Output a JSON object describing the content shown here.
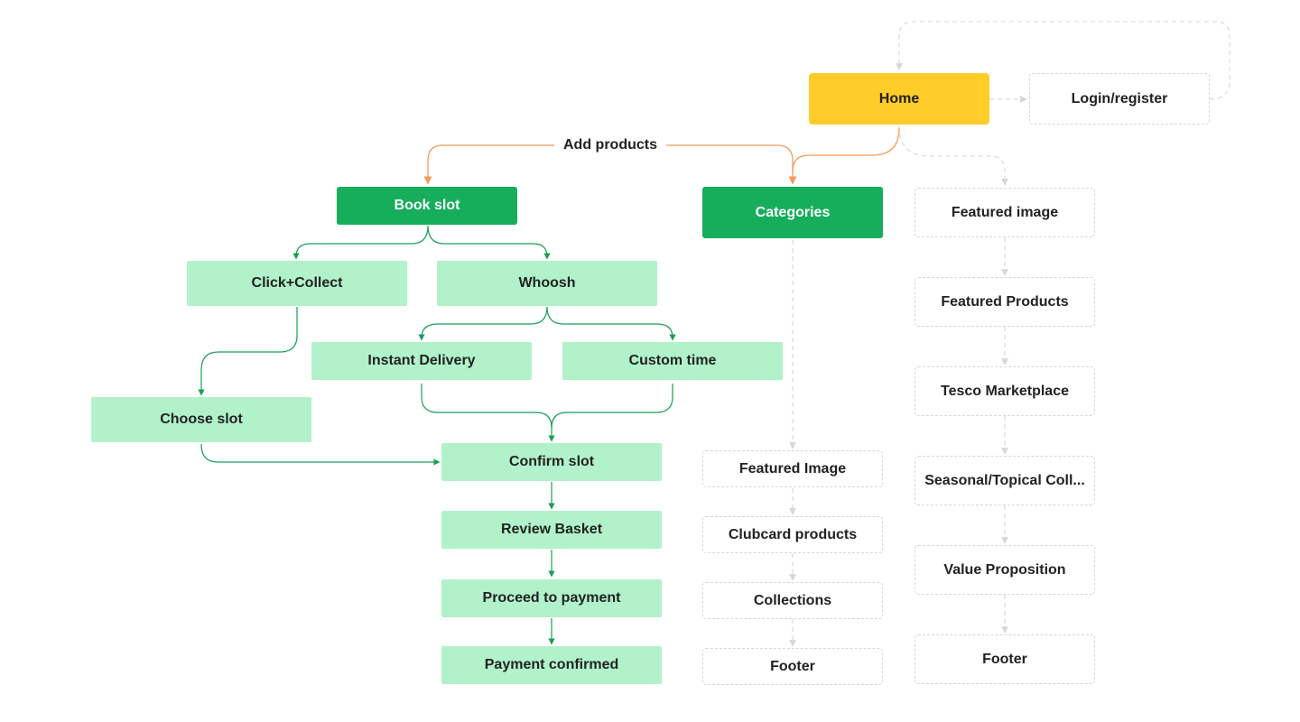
{
  "colors": {
    "home": "#FFCC29",
    "primary_green": "#16AD5B",
    "light_green": "#B1F2CA",
    "connector_green": "#1A9E55",
    "connector_orange": "#F59A5B",
    "ghost_border": "#D7D7D7"
  },
  "edge_label": "Add products",
  "nodes": {
    "home": "Home",
    "login": "Login/register",
    "book_slot": "Book slot",
    "categories": "Categories",
    "click_collect": "Click+Collect",
    "whoosh": "Whoosh",
    "instant_delivery": "Instant Delivery",
    "custom_time": "Custom time",
    "choose_slot": "Choose slot",
    "confirm_slot": "Confirm slot",
    "review_basket": "Review Basket",
    "proceed_payment": "Proceed to payment",
    "payment_confirmed": "Payment confirmed",
    "cat_featured_image": "Featured Image",
    "cat_clubcard": "Clubcard products",
    "cat_collections": "Collections",
    "cat_footer": "Footer",
    "home_featured_image": "Featured image",
    "home_featured_products": "Featured Products",
    "home_marketplace": "Tesco Marketplace",
    "home_seasonal": "Seasonal/Topical Coll...",
    "home_value_prop": "Value Proposition",
    "home_footer": "Footer"
  }
}
